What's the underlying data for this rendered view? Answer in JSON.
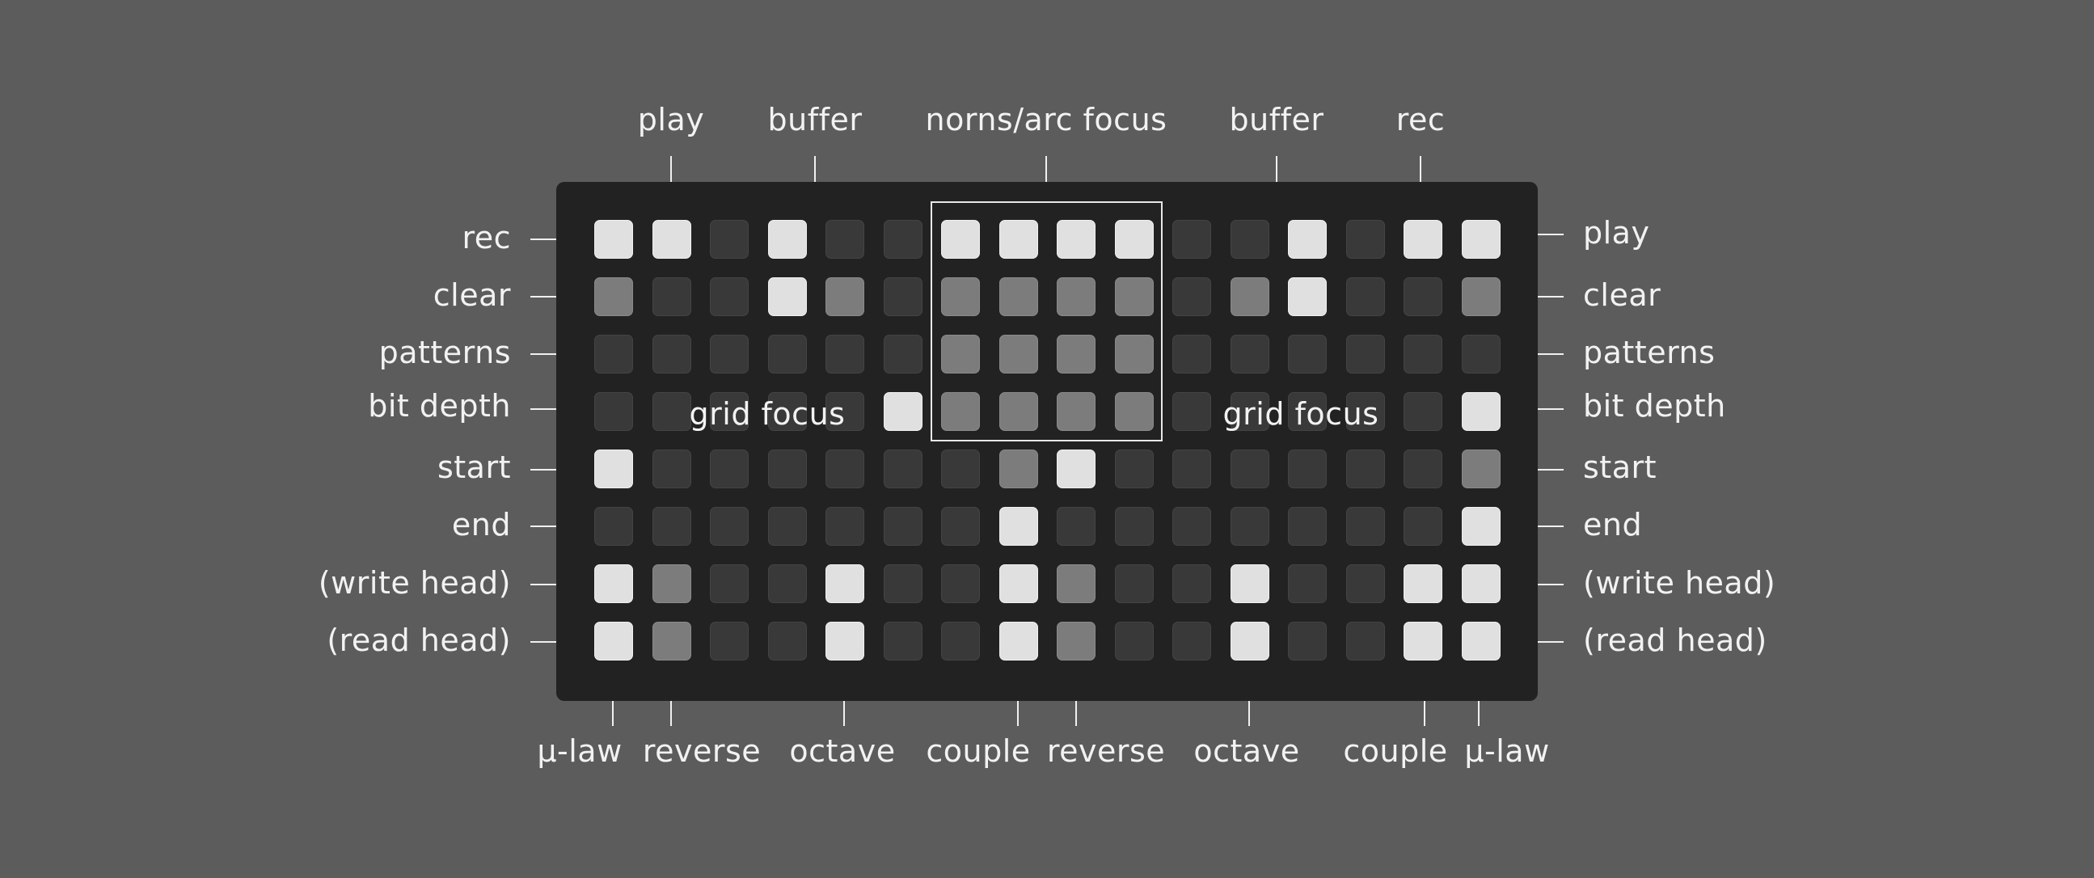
{
  "rows_left": [
    "rec",
    "clear",
    "patterns",
    "bit depth",
    "start",
    "end",
    "(write head)",
    "(read head)"
  ],
  "rows_right": [
    "play",
    "clear",
    "patterns",
    "bit depth",
    "start",
    "end",
    "(write head)",
    "(read head)"
  ],
  "top_labels": [
    "play",
    "buffer",
    "norns/arc focus",
    "buffer",
    "rec"
  ],
  "bottom_labels": [
    "μ-law",
    "reverse",
    "octave",
    "couple",
    "reverse",
    "octave",
    "couple",
    "μ-law"
  ],
  "inner_labels": [
    "grid focus",
    "grid focus"
  ],
  "colors": {
    "background": "#5b5c5b",
    "panel": "#222222",
    "off": "#393939",
    "dim": "#7c7c7c",
    "lit": "#e0e0e0"
  },
  "grid": {
    "cols": 16,
    "rows": 8,
    "levels_legend": "0 = off, 1 = dim, 2 = lit",
    "levels": [
      [
        2,
        2,
        0,
        2,
        0,
        0,
        2,
        2,
        2,
        2,
        0,
        0,
        2,
        0,
        2,
        2
      ],
      [
        1,
        0,
        0,
        2,
        1,
        0,
        1,
        1,
        1,
        1,
        0,
        1,
        2,
        0,
        0,
        1
      ],
      [
        0,
        0,
        0,
        0,
        0,
        0,
        1,
        1,
        1,
        1,
        0,
        0,
        0,
        0,
        0,
        0
      ],
      [
        0,
        0,
        0,
        0,
        0,
        2,
        1,
        1,
        1,
        1,
        0,
        0,
        0,
        0,
        0,
        2
      ],
      [
        2,
        0,
        0,
        0,
        0,
        0,
        0,
        1,
        2,
        0,
        0,
        0,
        0,
        0,
        0,
        1
      ],
      [
        0,
        0,
        0,
        0,
        0,
        0,
        0,
        2,
        0,
        0,
        0,
        0,
        0,
        0,
        0,
        2
      ],
      [
        2,
        1,
        0,
        0,
        2,
        0,
        0,
        2,
        1,
        0,
        0,
        2,
        0,
        0,
        2,
        2
      ],
      [
        2,
        1,
        0,
        0,
        2,
        0,
        0,
        2,
        1,
        0,
        0,
        2,
        0,
        0,
        2,
        2
      ]
    ]
  }
}
